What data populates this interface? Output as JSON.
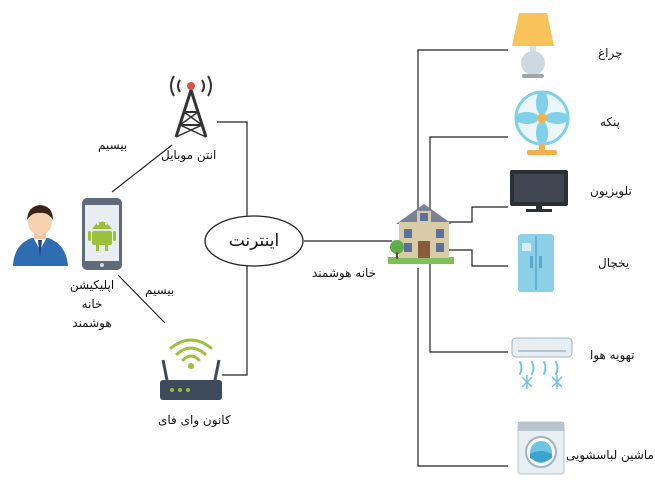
{
  "hub": {
    "label": "اینترنت"
  },
  "left": {
    "user_label": [
      "اپلیکیشن",
      "خانه",
      "هوشمند"
    ],
    "mobile_antenna": "انتن موبایل",
    "wifi_router": "کانون وای فای",
    "wireless_top": "بیسیم",
    "wireless_bottom": "بیسیم"
  },
  "home": {
    "label": "خانه هوشمند"
  },
  "devices": [
    {
      "label": "چراغ",
      "icon": "lamp-icon"
    },
    {
      "label": "پنکه",
      "icon": "fan-icon"
    },
    {
      "label": "تلویزیون",
      "icon": "tv-icon"
    },
    {
      "label": "یخچال",
      "icon": "fridge-icon"
    },
    {
      "label": "تهویه هوا",
      "icon": "air-conditioner-icon"
    },
    {
      "label": "ماشین لباسشویی",
      "icon": "washing-machine-icon"
    }
  ],
  "colors": {
    "line": "#222222",
    "android_green": "#9bc13c",
    "shirt_blue": "#2f6db3",
    "lamp_shade": "#f7c35a",
    "fan_blue": "#7fd0e8",
    "fridge_blue": "#8ccfe8",
    "house_blue": "#5a6f9a",
    "roof_gray": "#7a8196"
  }
}
